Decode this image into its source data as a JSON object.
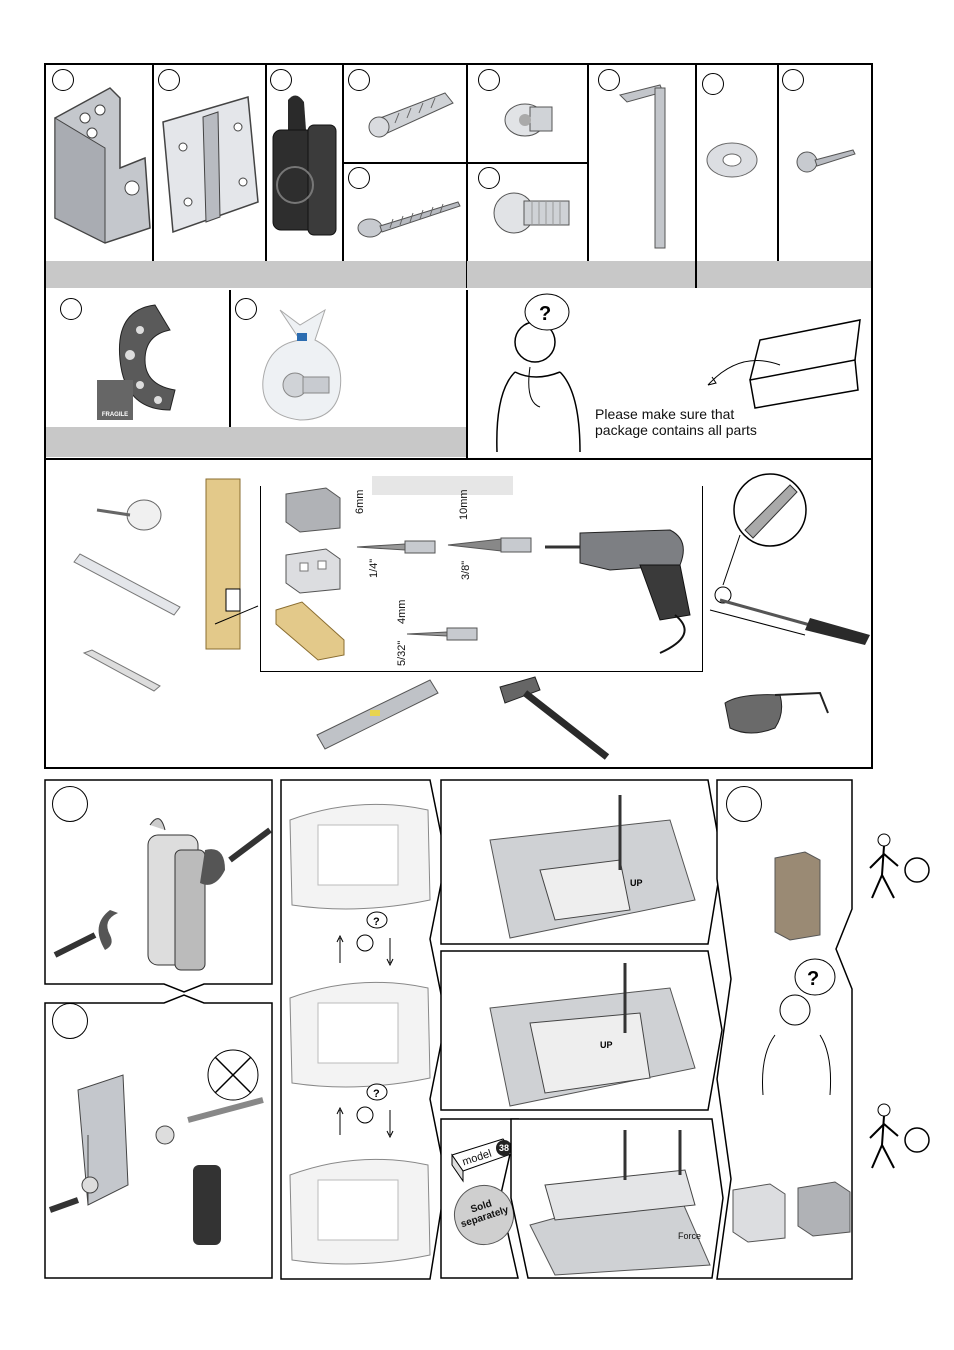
{
  "checklist": {
    "line1": "Please make sure that",
    "line2": "package contains all parts"
  },
  "drill_bits": {
    "bit1_metric": "6mm",
    "bit1_imperial": "1/4\"",
    "bit2_metric": "10mm",
    "bit2_imperial": "3/8\"",
    "bit3_metric": "4mm",
    "bit3_imperial": "5/32\""
  },
  "labels": {
    "fragile": "FRAGILE",
    "up": "UP",
    "force": "Force",
    "model_box": "model",
    "model_number": "38",
    "sold_separately_1": "Sold",
    "sold_separately_2": "separately"
  },
  "colors": {
    "grey_band": "#c8c8c8",
    "part_dark": "#2a2a2a",
    "metal": "#b9bcc2",
    "wood": "#e3c98a"
  }
}
